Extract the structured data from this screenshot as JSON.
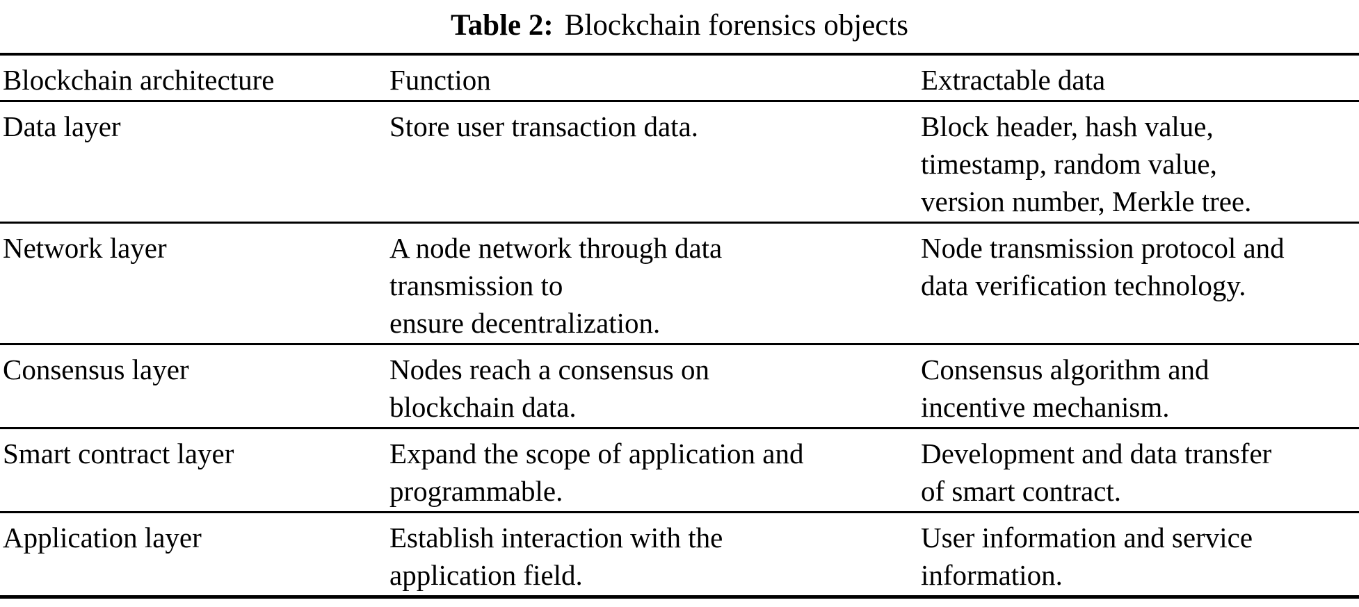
{
  "title": {
    "label": "Table 2:",
    "text": "Blockchain forensics objects"
  },
  "table": {
    "columns": [
      "Blockchain architecture",
      "Function",
      "Extractable data"
    ],
    "rows": [
      {
        "architecture": "Data layer",
        "function": "Store user transaction data.",
        "extractable": "Block header, hash value,\ntimestamp, random value,\nversion number, Merkle tree."
      },
      {
        "architecture": "Network layer",
        "function": "A node network through data\ntransmission to\nensure decentralization.",
        "extractable": "Node transmission protocol and\ndata verification technology."
      },
      {
        "architecture": "Consensus layer",
        "function": "Nodes reach a consensus on\nblockchain data.",
        "extractable": "Consensus algorithm and\nincentive mechanism."
      },
      {
        "architecture": "Smart contract layer",
        "function": "Expand the scope of application and\nprogrammable.",
        "extractable": "Development and data transfer\nof smart contract."
      },
      {
        "architecture": "Application layer",
        "function": "Establish interaction with the\napplication field.",
        "extractable": "User information and service\ninformation."
      }
    ]
  }
}
